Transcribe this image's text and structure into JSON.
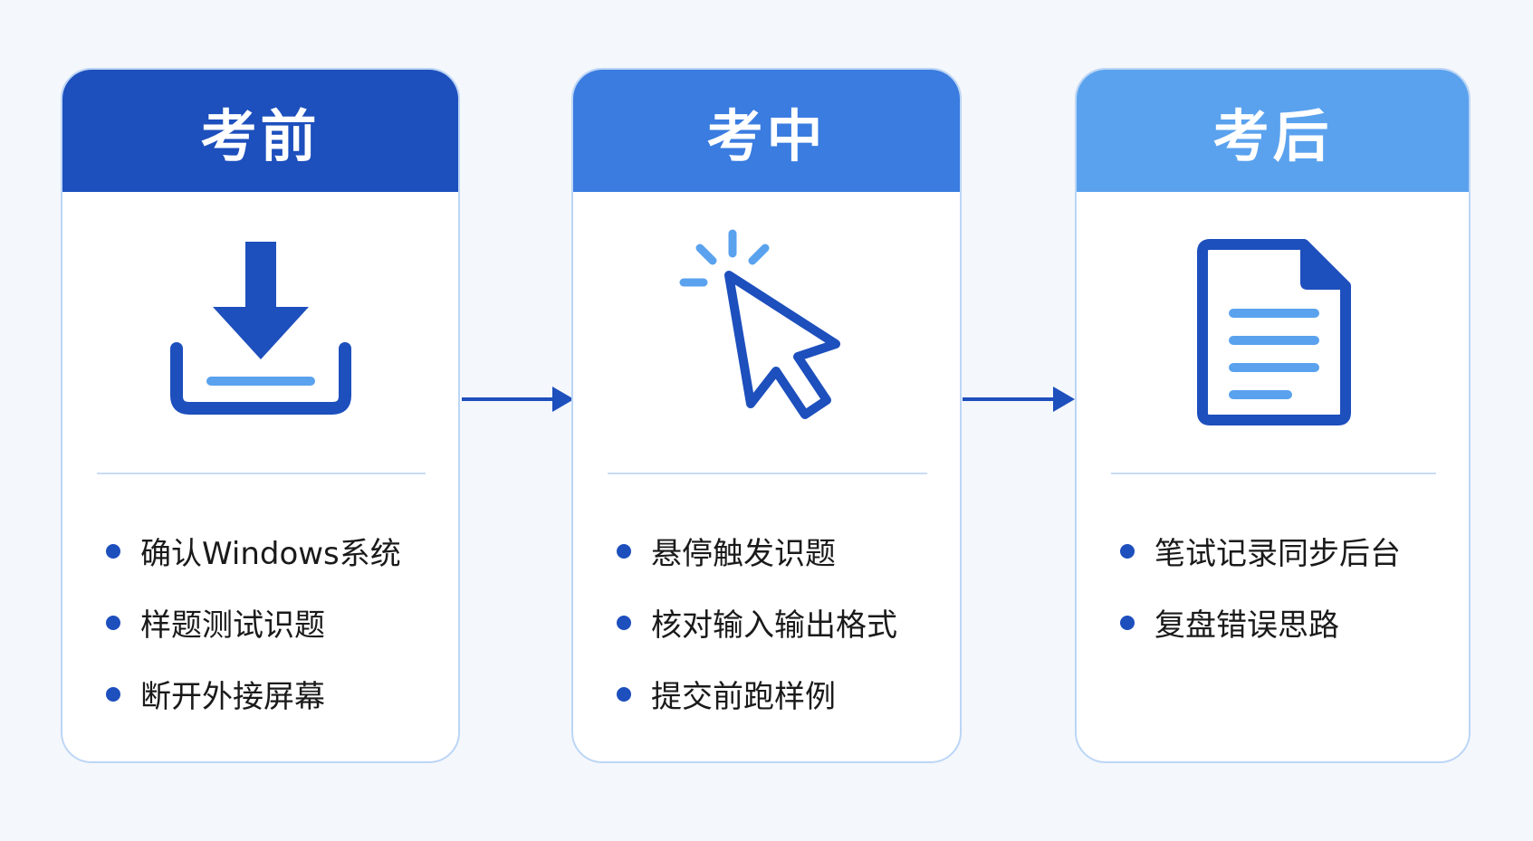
{
  "stages": [
    {
      "title": "考前",
      "icon": "download-icon",
      "items": [
        "确认Windows系统",
        "样题测试识题",
        "断开外接屏幕"
      ]
    },
    {
      "title": "考中",
      "icon": "cursor-click-icon",
      "items": [
        "悬停触发识题",
        "核对输入输出格式",
        "提交前跑样例"
      ]
    },
    {
      "title": "考后",
      "icon": "document-icon",
      "items": [
        "笔试记录同步后台",
        "复盘错误思路"
      ]
    }
  ],
  "colors": {
    "header_1": "#1d4fbd",
    "header_2": "#3a7ce0",
    "header_3": "#5aa2ee",
    "accent_light": "#5aa2ee",
    "border": "#bcd6f6",
    "background": "#f4f7fb"
  }
}
